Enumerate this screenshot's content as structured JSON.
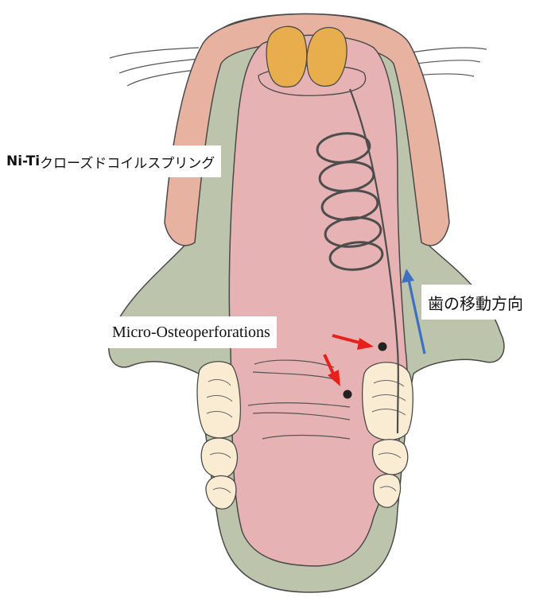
{
  "labels": {
    "spring_prefix": "Ni-Ti",
    "spring_rest": "クローズドコイルスプリング",
    "mop": "Micro-Osteoperforations",
    "direction": "歯の移動方向"
  },
  "colors": {
    "gingiva_gray": "#bcc4ab",
    "lip_pink": "#e7b2a0",
    "palate_pink": "#e6b2b4",
    "incisor": "#e8ae4e",
    "tooth_ivory": "#f9ecd3",
    "outline": "#4a4a4a",
    "spring": "#4d4d4d",
    "arrow_red": "#e8201c",
    "arrow_blue": "#3f6fc0"
  }
}
